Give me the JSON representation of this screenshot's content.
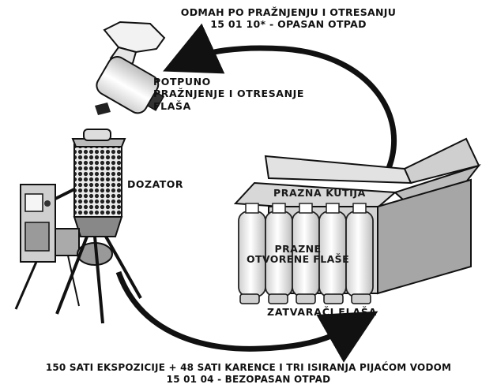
{
  "diagram": {
    "top_caption": [
      "ODMAH PO PRAŽNJENJU I OTRESANJU",
      "15 01 10* - OPASAN OTPAD"
    ],
    "empty_shake_label": [
      "POTPUNO",
      "PRAŽNJENJE I OTRESANJE",
      "FLAŠA"
    ],
    "dosing_label": "DOZATOR",
    "box_label": "PRAZNA KUTIJA",
    "bottles_label": [
      "PRAZNE",
      "OTVORENE FLAŠE"
    ],
    "caps_label": "ZATVARAČI FLAŠA",
    "bottom_caption": [
      "150 SATI EKSPOZICIJE + 48 SATI KARENCE I TRI ISIRANJA PIJAĆOM VODOM",
      "15 01 04 - BEZOPASAN OTPAD"
    ]
  }
}
